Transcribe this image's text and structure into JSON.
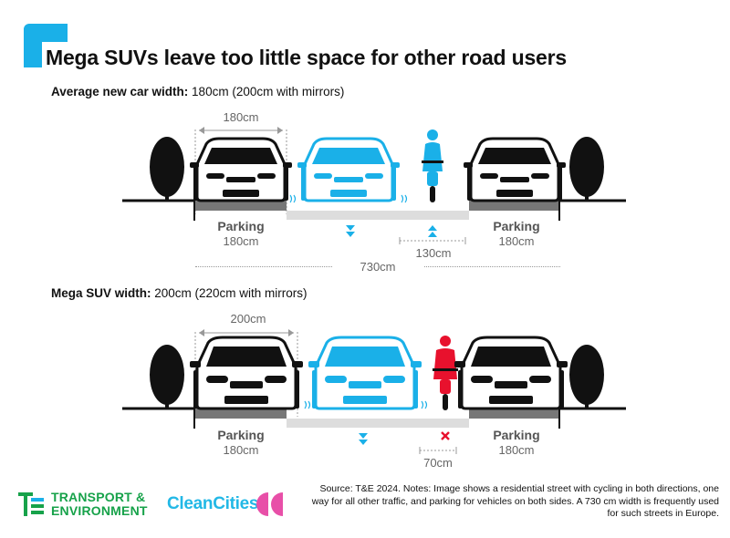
{
  "title": "Mega SUVs leave too little space for other road users",
  "section_car": {
    "label_bold": "Average new car width:",
    "label_rest": " 180cm (200cm with mirrors)",
    "car_width": "180cm",
    "parking_left_title": "Parking",
    "parking_left_value": "180cm",
    "parking_right_title": "Parking",
    "parking_right_value": "180cm",
    "cycle_gap": "130cm",
    "street_width": "730cm"
  },
  "section_suv": {
    "label_bold": "Mega SUV width:",
    "label_rest": " 200cm (220cm with mirrors)",
    "car_width": "200cm",
    "parking_left_title": "Parking",
    "parking_left_value": "180cm",
    "parking_right_title": "Parking",
    "parking_right_value": "180cm",
    "cycle_gap": "70cm"
  },
  "source": "Source: T&E 2024. Notes: Image shows a residential street with cycling in both directions, one way for all other traffic, and parking for vehicles on both sides.  A 730 cm width is frequently used for such streets in Europe.",
  "logos": {
    "te_line1": "TRANSPORT &",
    "te_line2": "ENVIRONMENT",
    "cleancities": "CleanCities"
  },
  "colors": {
    "accent_blue": "#1ab0e8",
    "cyclist_red": "#e8112d",
    "te_green": "#17a24a",
    "car_dark": "#111111"
  }
}
